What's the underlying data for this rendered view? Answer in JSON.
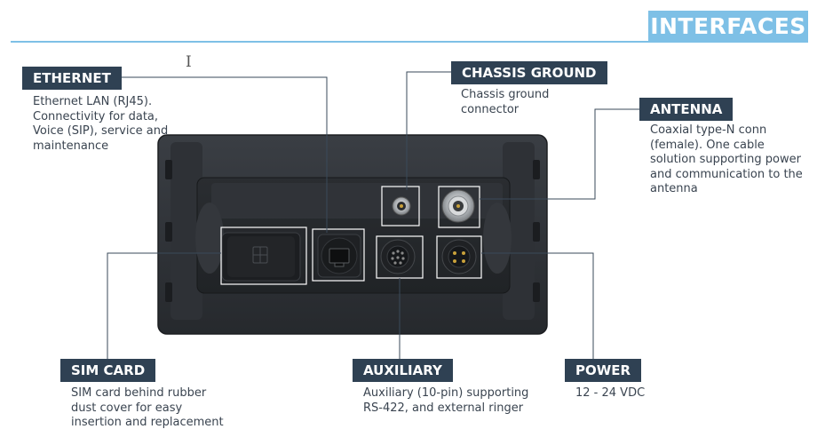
{
  "header": {
    "title": "INTERFACES"
  },
  "callouts": {
    "ethernet": {
      "label": "ETHERNET",
      "lines": [
        "Ethernet LAN (RJ45).",
        "Connectivity for data,",
        "Voice (SIP), service and",
        "maintenance"
      ]
    },
    "chassis_ground": {
      "label": "CHASSIS GROUND",
      "lines": [
        "Chassis ground",
        "connector"
      ]
    },
    "antenna": {
      "label": "ANTENNA",
      "lines": [
        "Coaxial type-N conn",
        "(female). One cable",
        "solution supporting power",
        "and communication to the",
        "antenna"
      ]
    },
    "sim_card": {
      "label": "SIM CARD",
      "lines": [
        "SIM card behind rubber",
        "dust cover for easy",
        "insertion and replacement"
      ]
    },
    "auxiliary": {
      "label": "AUXILIARY",
      "lines": [
        "Auxiliary (10-pin) supporting",
        "RS-422, and external ringer"
      ]
    },
    "power": {
      "label": "POWER",
      "lines": [
        "12 - 24 VDC"
      ]
    }
  },
  "colors": {
    "accent": "#7ec0e6",
    "tag_bg": "#2f4153",
    "device_body": "#2b2e33"
  }
}
